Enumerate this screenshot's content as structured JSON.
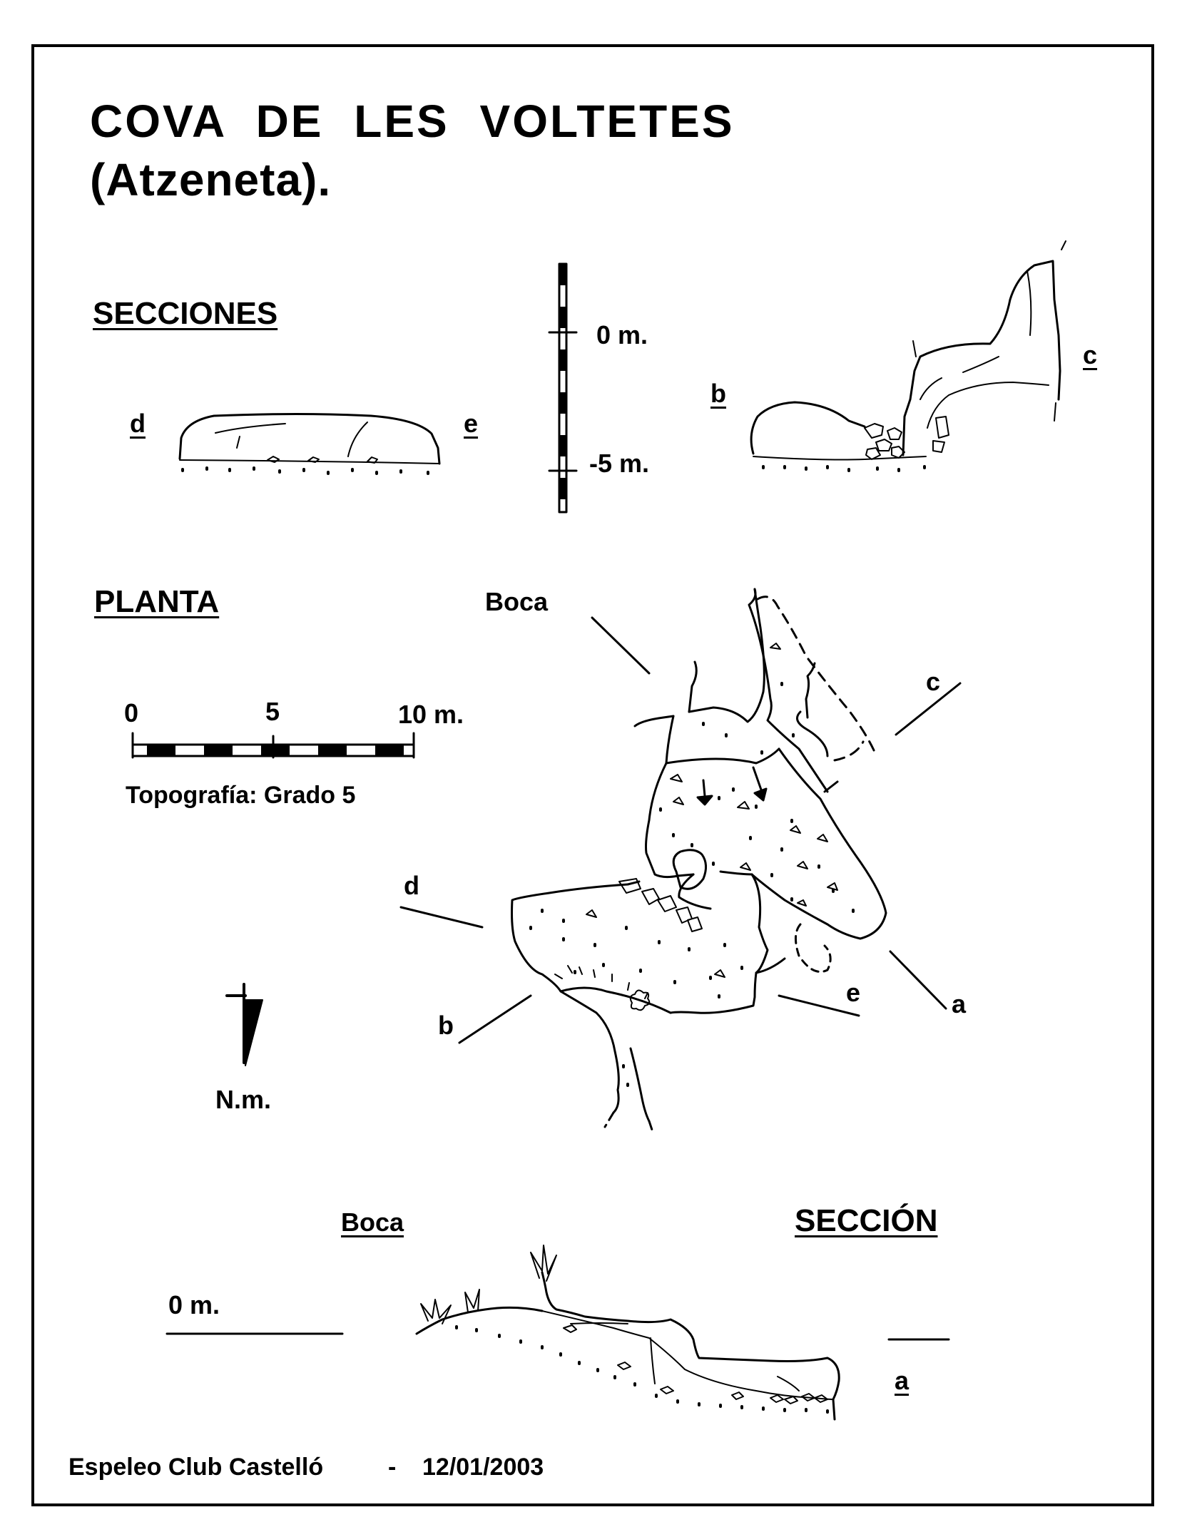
{
  "title": "COVA DE LES VOLTETES",
  "subtitle": "(Atzeneta).",
  "sections_heading": "SECCIONES",
  "plan_heading": "PLANTA",
  "section_heading": "SECCIÓN",
  "vertical_scale": {
    "top_label": "0 m.",
    "bottom_label": "-5 m."
  },
  "horizontal_scale": {
    "start_label": "0",
    "mid_label": "5",
    "end_label": "10 m."
  },
  "topography_grade": "Topografía:  Grado  5",
  "north_label": "N.m.",
  "entrance_label": "Boca",
  "section_labels": {
    "a": "a",
    "b": "b",
    "c": "c",
    "d": "d",
    "e": "e"
  },
  "profile_zero_label": "0 m.",
  "footer": {
    "club": "Espeleo Club Castelló",
    "separator": "-",
    "date": "12/01/2003"
  }
}
